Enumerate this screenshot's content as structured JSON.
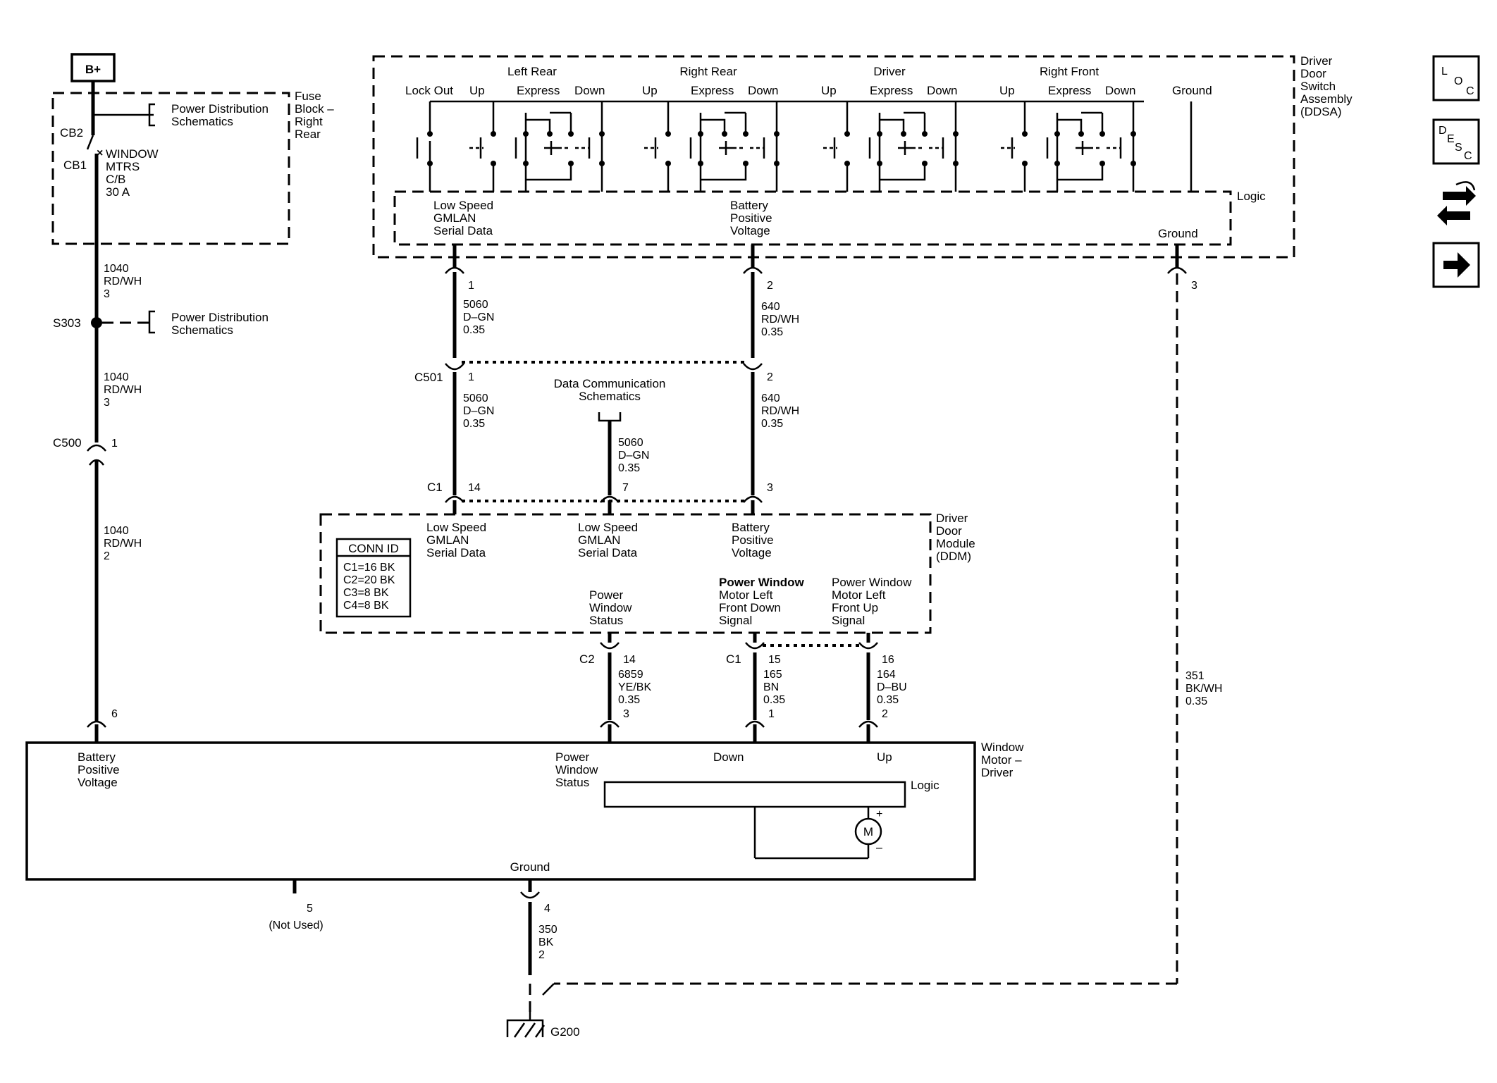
{
  "power": {
    "b_plus": "B+",
    "cb2": "CB2",
    "cb1": "CB1",
    "breaker_lines": [
      "WINDOW",
      "MTRS",
      "C/B",
      "30 A"
    ],
    "fuse_block_lines": [
      "Fuse",
      "Block –",
      "Right",
      "Rear"
    ],
    "pds_ref_lines": [
      "Power Distribution",
      "Schematics"
    ],
    "splice": "S303",
    "wire_1040_a": [
      "1040",
      "RD/WH",
      "3"
    ],
    "wire_1040_b": [
      "1040",
      "RD/WH",
      "3"
    ],
    "wire_1040_c": [
      "1040",
      "RD/WH",
      "2"
    ],
    "c500": "C500",
    "c500_pin": "1"
  },
  "ddsa": {
    "name_lines": [
      "Driver",
      "Door",
      "Switch",
      "Assembly",
      "(DDSA)"
    ],
    "groups": [
      "Left Rear",
      "Right Rear",
      "Driver",
      "Right Front"
    ],
    "lock_out": "Lock Out",
    "up": "Up",
    "express": "Express",
    "down": "Down",
    "ground": "Ground",
    "logic": "Logic",
    "logic_lsgmlan": [
      "Low Speed",
      "GMLAN",
      "Serial Data"
    ],
    "logic_bpv": [
      "Battery",
      "Positive",
      "Voltage"
    ],
    "logic_ground": "Ground",
    "pins": [
      "1",
      "2",
      "3"
    ]
  },
  "wires": {
    "w5060_top": [
      "5060",
      "D–GN",
      "0.35"
    ],
    "w640_top": [
      "640",
      "RD/WH",
      "0.35"
    ],
    "c501": "C501",
    "c501_pins": [
      "1",
      "2"
    ],
    "w5060_mid": [
      "5060",
      "D–GN",
      "0.35"
    ],
    "w640_mid": [
      "640",
      "RD/WH",
      "0.35"
    ],
    "data_comm_lines": [
      "Data Communication",
      "Schematics"
    ],
    "w5060_ref": [
      "5060",
      "D–GN",
      "0.35"
    ],
    "w351": [
      "351",
      "BK/WH",
      "0.35"
    ],
    "w6859": [
      "6859",
      "YE/BK",
      "0.35"
    ],
    "w165": [
      "165",
      "BN",
      "0.35"
    ],
    "w164": [
      "164",
      "D–BU",
      "0.35"
    ],
    "w350": [
      "350",
      "BK",
      "2"
    ]
  },
  "ddm": {
    "name_lines": [
      "Driver",
      "Door",
      "Module",
      "(DDM)"
    ],
    "c1": "C1",
    "c2": "C2",
    "top_pins": [
      "14",
      "7",
      "3"
    ],
    "bottom_pins": [
      "14",
      "15",
      "16"
    ],
    "lsgmlan_1": [
      "Low Speed",
      "GMLAN",
      "Serial Data"
    ],
    "lsgmlan_2": [
      "Low Speed",
      "GMLAN",
      "Serial Data"
    ],
    "bpv": [
      "Battery",
      "Positive",
      "Voltage"
    ],
    "pws": [
      "Power",
      "Window",
      "Status"
    ],
    "down_signal": [
      "Power Window",
      "Motor Left",
      "Front Down",
      "Signal"
    ],
    "up_signal": [
      "Power Window",
      "Motor Left",
      "Front Up",
      "Signal"
    ],
    "conn_id_title": "CONN ID",
    "conn_id_rows": [
      "C1=16 BK",
      "C2=20 BK",
      "C3=8 BK",
      "C4=8 BK"
    ]
  },
  "motor": {
    "name_lines": [
      "Window",
      "Motor –",
      "Driver"
    ],
    "bpv": [
      "Battery",
      "Positive",
      "Voltage"
    ],
    "pws": [
      "Power",
      "Window",
      "Status"
    ],
    "down": "Down",
    "up": "Up",
    "logic": "Logic",
    "ground": "Ground",
    "motor_symbol": "M",
    "plus": "+",
    "minus": "–",
    "pins": [
      "6",
      "3",
      "1",
      "2"
    ],
    "pin_4": "4",
    "pin_5": "5",
    "not_used": "(Not Used)",
    "ground_point": "G200"
  },
  "nav": {
    "loc": [
      "L",
      "O",
      "C"
    ],
    "desc": [
      "D",
      "E",
      "S",
      "C"
    ],
    "icons": [
      "loc-icon",
      "desc-icon",
      "connector-swap-icon",
      "next-arrow-icon"
    ]
  }
}
